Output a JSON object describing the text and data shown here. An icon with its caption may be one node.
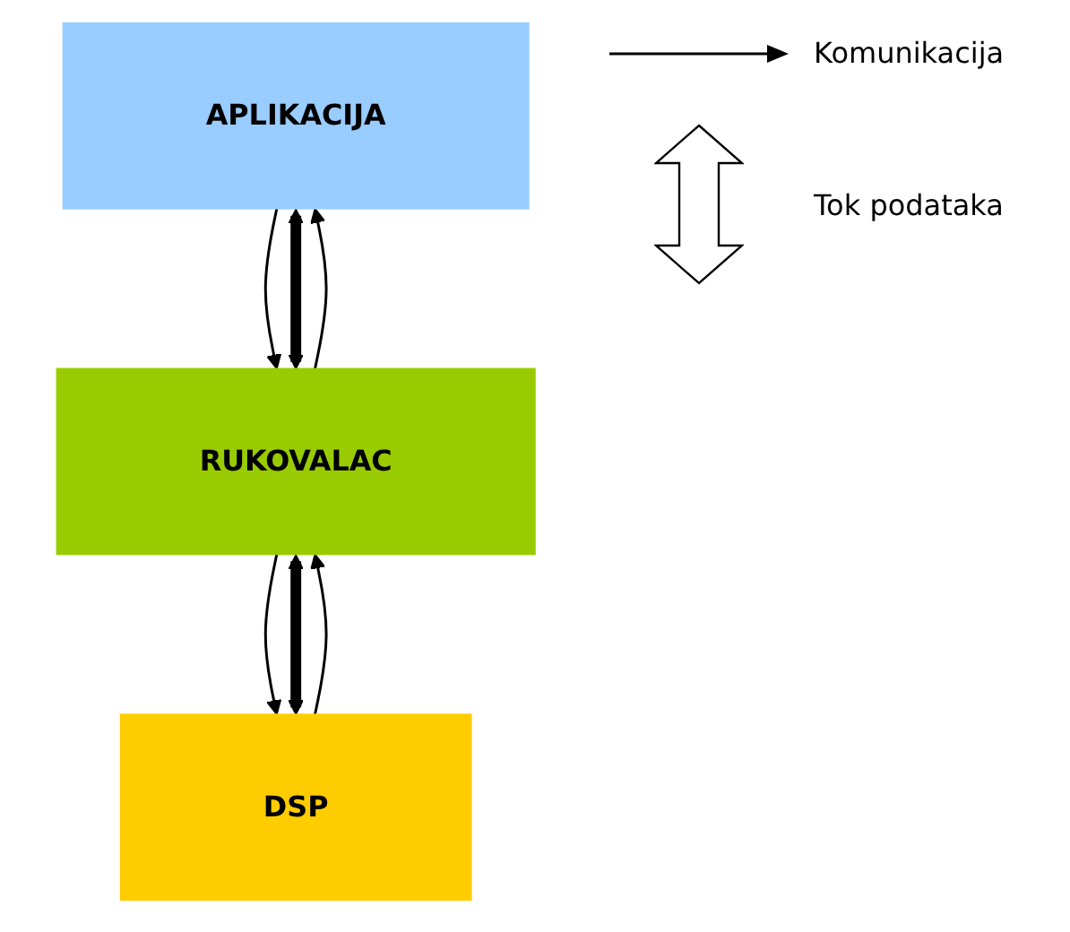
{
  "diagram": {
    "nodes": [
      {
        "text": [
          "APLIKACIJA"
        ]
      },
      {
        "text": [
          "RUKOVALAC"
        ]
      },
      {
        "text": [
          "DSP"
        ]
      }
    ],
    "edges": [
      {
        "from": 0,
        "to": 1,
        "arrow": "to"
      },
      {
        "from": 0,
        "to": 1,
        "arrow": "both",
        "style": "thick"
      },
      {
        "from": 1,
        "to": 0,
        "arrow": "to"
      },
      {
        "from": 1,
        "to": 2,
        "arrow": "to"
      },
      {
        "from": 1,
        "to": 2,
        "arrow": "both",
        "style": "thick"
      },
      {
        "from": 2,
        "to": 1,
        "arrow": "to"
      }
    ],
    "legend": [
      {
        "text": "Komunikacija"
      },
      {
        "text": "Tok podataka"
      }
    ]
  }
}
